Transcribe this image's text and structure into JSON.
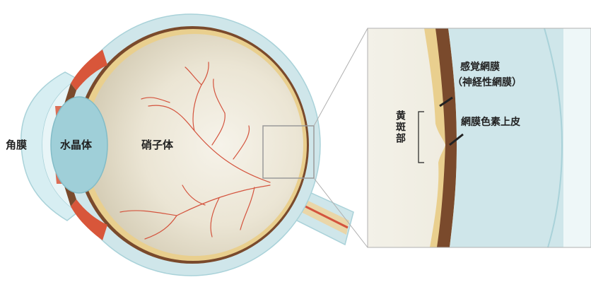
{
  "labels": {
    "cornea": "角膜",
    "lens": "水晶体",
    "vitreous": "硝子体",
    "sensory_retina_line1": "感覚網膜",
    "sensory_retina_line2": "（神経性網膜）",
    "rpe": "網膜色素上皮",
    "macula": "黄斑部"
  },
  "colors": {
    "sclera": "#cfe6ea",
    "sclera_edge": "#a9d2d9",
    "choroid": "#7a4a2c",
    "retina": "#e9cf8e",
    "iris": "#d8563a",
    "vitreous_light": "#f2efe4",
    "vitreous_dark": "#d9d2bd",
    "lens": "#9fcfd8",
    "cornea": "#d7eef2",
    "vessel": "#d4543e",
    "zoom_frame": "#9a9a9a",
    "text": "#222222"
  }
}
